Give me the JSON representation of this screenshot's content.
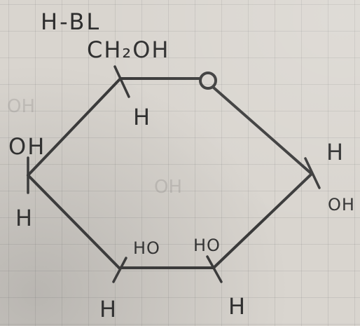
{
  "title": "H-BL",
  "ring_oxygen": "O",
  "substituents": {
    "c5_top": "CH₂OH",
    "c5_bottom": "H",
    "c4_top": "OH",
    "c4_bottom": "H",
    "c3_top": "HO",
    "c3_bottom": "H",
    "c2_top": "HO",
    "c2_bottom": "H",
    "c1_top": "H",
    "c1_bottom": "OH"
  },
  "bleed_through": [
    "OH",
    "OH"
  ]
}
